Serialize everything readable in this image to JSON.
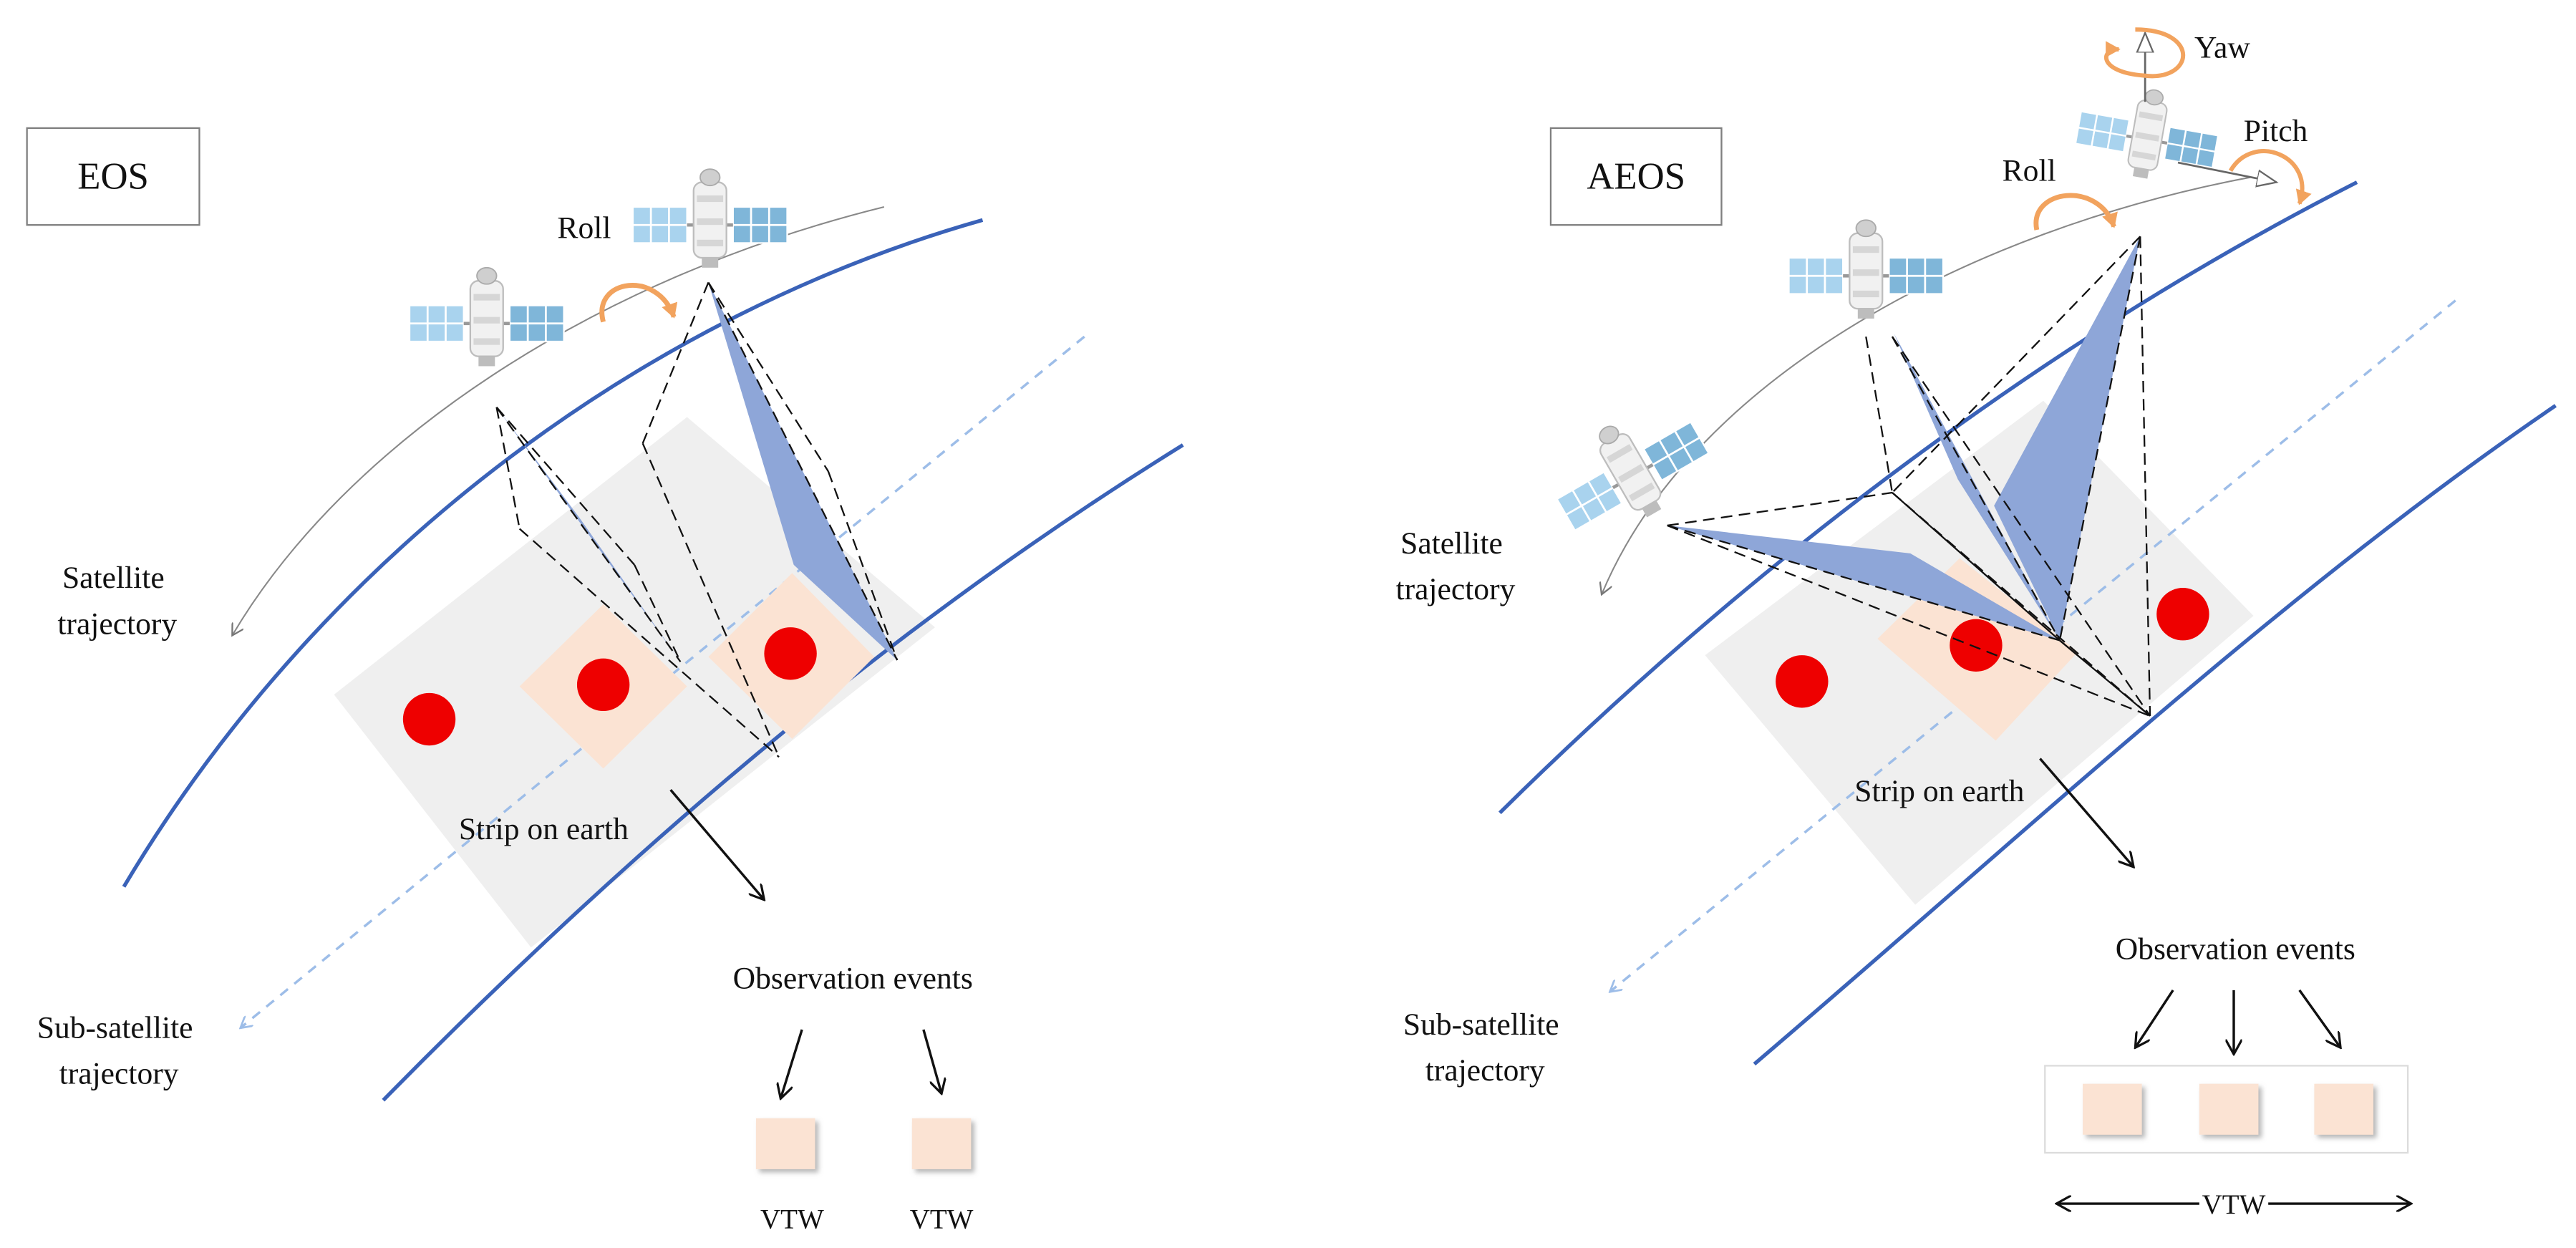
{
  "left_panel": {
    "title": "EOS",
    "rotation_label": "Roll",
    "satellite_trajectory_label": [
      "Satellite",
      "trajectory"
    ],
    "sub_satellite_trajectory_label": [
      "Sub-satellite",
      "trajectory"
    ],
    "strip_label": "Strip on earth",
    "events_label": "Observation events",
    "vtw_labels": [
      "VTW",
      "VTW"
    ]
  },
  "right_panel": {
    "title": "AEOS",
    "rotation_labels": {
      "roll": "Roll",
      "pitch": "Pitch",
      "yaw": "Yaw"
    },
    "satellite_trajectory_label": [
      "Satellite",
      "trajectory"
    ],
    "sub_satellite_trajectory_label": [
      "Sub-satellite",
      "trajectory"
    ],
    "strip_label": "Strip on earth",
    "events_label": "Observation events",
    "vtw_label": "VTW"
  },
  "colors": {
    "ground_band": "#3a62b8",
    "sub_satellite_line": "#9dbde8",
    "strip_fill": "#efefef",
    "observation_square": "#fbe3d3",
    "target_dot": "#ee0000",
    "sensor_cone": "#8ea6d8",
    "rotation_arrow": "#f2a35e",
    "solar_panel": "#9fcbe8",
    "trajectory_curve": "#888888"
  }
}
